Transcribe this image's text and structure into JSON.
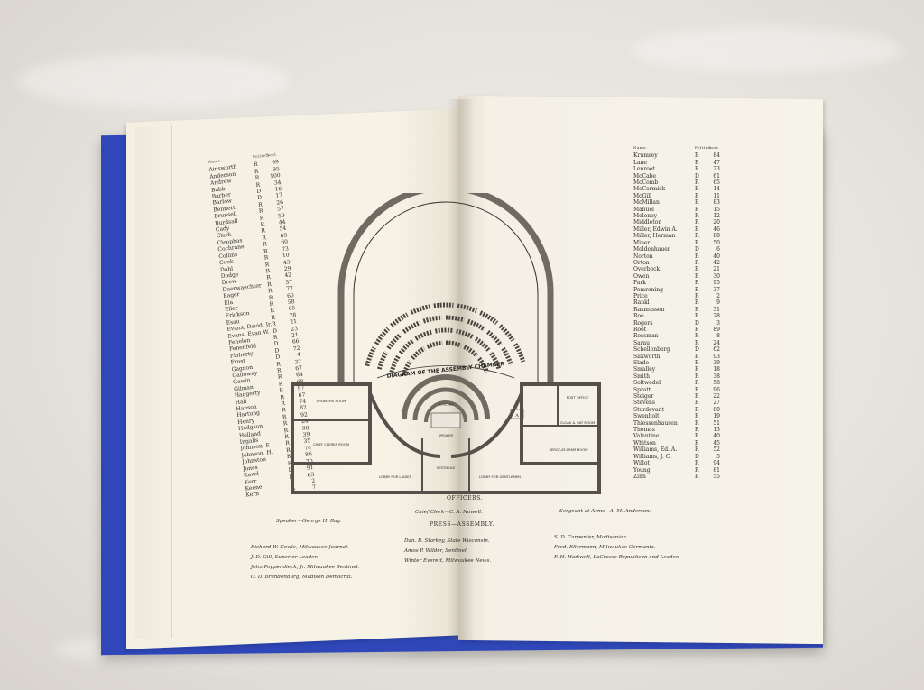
{
  "left_page": {
    "roster_header": [
      "Name.",
      "Politics.",
      "Seat."
    ],
    "members": [
      {
        "name": "Ainsworth",
        "party": "R",
        "seat": "99"
      },
      {
        "name": "Anderson",
        "party": "R",
        "seat": "95"
      },
      {
        "name": "Andrew",
        "party": "R",
        "seat": "100"
      },
      {
        "name": "Babb",
        "party": "R",
        "seat": "34"
      },
      {
        "name": "Barber",
        "party": "D",
        "seat": "16"
      },
      {
        "name": "Barlow",
        "party": "D",
        "seat": "17"
      },
      {
        "name": "Bennett",
        "party": "R",
        "seat": "26"
      },
      {
        "name": "Brunsell",
        "party": "R",
        "seat": "57"
      },
      {
        "name": "Burdsall",
        "party": "R",
        "seat": "59"
      },
      {
        "name": "Cady",
        "party": "R",
        "seat": "44"
      },
      {
        "name": "Clark",
        "party": "R",
        "seat": "54"
      },
      {
        "name": "Cleophas",
        "party": "R",
        "seat": "69"
      },
      {
        "name": "Cochrane",
        "party": "R",
        "seat": "60"
      },
      {
        "name": "Collins",
        "party": "R",
        "seat": "73"
      },
      {
        "name": "Cook",
        "party": "R",
        "seat": "10"
      },
      {
        "name": "Dahl",
        "party": "R",
        "seat": "43"
      },
      {
        "name": "Dodge",
        "party": "R",
        "seat": "29"
      },
      {
        "name": "Drew",
        "party": "R",
        "seat": "42"
      },
      {
        "name": "Duerwaechter",
        "party": "R",
        "seat": "57"
      },
      {
        "name": "Eager",
        "party": "R",
        "seat": "77"
      },
      {
        "name": "Ela",
        "party": "R",
        "seat": "60"
      },
      {
        "name": "Eller",
        "party": "R",
        "seat": "58"
      },
      {
        "name": "Erickson",
        "party": "R",
        "seat": "65"
      },
      {
        "name": "Esau",
        "party": "R",
        "seat": "78"
      },
      {
        "name": "Evans, David, Jr.",
        "party": "R",
        "seat": "21"
      },
      {
        "name": "Evans, Evan W.",
        "party": "D",
        "seat": "23"
      },
      {
        "name": "Fenelon",
        "party": "R",
        "seat": "21"
      },
      {
        "name": "Fenenfeld",
        "party": "D",
        "seat": "66"
      },
      {
        "name": "Flaherty",
        "party": "D",
        "seat": "72"
      },
      {
        "name": "Frost",
        "party": "D",
        "seat": "4"
      },
      {
        "name": "Gagnon",
        "party": "R",
        "seat": "32"
      },
      {
        "name": "Galloway",
        "party": "R",
        "seat": "67"
      },
      {
        "name": "Gawin",
        "party": "R",
        "seat": "64"
      },
      {
        "name": "Gilman",
        "party": "R",
        "seat": "68"
      },
      {
        "name": "Haggerty",
        "party": "R",
        "seat": "97"
      },
      {
        "name": "Hall",
        "party": "R",
        "seat": "67"
      },
      {
        "name": "Hanson",
        "party": "R",
        "seat": "74"
      },
      {
        "name": "Hartung",
        "party": "R",
        "seat": "82"
      },
      {
        "name": "Henry",
        "party": "R",
        "seat": "92"
      },
      {
        "name": "Hodgson",
        "party": "R",
        "seat": "24"
      },
      {
        "name": "Holland",
        "party": "R",
        "seat": "90"
      },
      {
        "name": "Ingalls",
        "party": "R",
        "seat": "39"
      },
      {
        "name": "Johnson, F.",
        "party": "R",
        "seat": "35"
      },
      {
        "name": "Johnson, H.",
        "party": "R",
        "seat": "74"
      },
      {
        "name": "Johnston",
        "party": "R",
        "seat": "86"
      },
      {
        "name": "Jones",
        "party": "R",
        "seat": "70"
      },
      {
        "name": "Kavel",
        "party": "D",
        "seat": "91"
      },
      {
        "name": "Kerr",
        "party": "R",
        "seat": "63"
      },
      {
        "name": "Keene",
        "party": "R",
        "seat": "2"
      },
      {
        "name": "Kern",
        "party": "D",
        "seat": "7"
      }
    ]
  },
  "right_page": {
    "roster_header": [
      "Name.",
      "Politics.",
      "Seat."
    ],
    "members": [
      {
        "name": "Krumrey",
        "party": "R",
        "seat": "84"
      },
      {
        "name": "Lane",
        "party": "R",
        "seat": "47"
      },
      {
        "name": "Lenroot",
        "party": "R",
        "seat": "23"
      },
      {
        "name": "McCabe",
        "party": "D",
        "seat": "61"
      },
      {
        "name": "McComb",
        "party": "R",
        "seat": "65"
      },
      {
        "name": "McCormick",
        "party": "R",
        "seat": "14"
      },
      {
        "name": "McGill",
        "party": "R",
        "seat": "11"
      },
      {
        "name": "McMillan",
        "party": "R",
        "seat": "83"
      },
      {
        "name": "Manuel",
        "party": "R",
        "seat": "15"
      },
      {
        "name": "Meloney",
        "party": "R",
        "seat": "12"
      },
      {
        "name": "Middleton",
        "party": "R",
        "seat": "20"
      },
      {
        "name": "Miller, Edwin A.",
        "party": "R",
        "seat": "46"
      },
      {
        "name": "Miller, Herman",
        "party": "R",
        "seat": "88"
      },
      {
        "name": "Miner",
        "party": "R",
        "seat": "50"
      },
      {
        "name": "Moldenhauer",
        "party": "D",
        "seat": "6"
      },
      {
        "name": "Norton",
        "party": "R",
        "seat": "40"
      },
      {
        "name": "Orton",
        "party": "R",
        "seat": "42"
      },
      {
        "name": "Overbeck",
        "party": "R",
        "seat": "21"
      },
      {
        "name": "Owen",
        "party": "R",
        "seat": "30"
      },
      {
        "name": "Park",
        "party": "R",
        "seat": "95"
      },
      {
        "name": "Pomrening",
        "party": "R",
        "seat": "37"
      },
      {
        "name": "Price",
        "party": "R",
        "seat": "2"
      },
      {
        "name": "Rankl",
        "party": "R",
        "seat": "9"
      },
      {
        "name": "Rasmussen",
        "party": "R",
        "seat": "31"
      },
      {
        "name": "Roe",
        "party": "R",
        "seat": "28"
      },
      {
        "name": "Rogers",
        "party": "D",
        "seat": "3"
      },
      {
        "name": "Root",
        "party": "R",
        "seat": "89"
      },
      {
        "name": "Rossman",
        "party": "R",
        "seat": "8"
      },
      {
        "name": "Sarau",
        "party": "R",
        "seat": "24"
      },
      {
        "name": "Schellenberg",
        "party": "D",
        "seat": "62"
      },
      {
        "name": "Silkworth",
        "party": "R",
        "seat": "93"
      },
      {
        "name": "Slade",
        "party": "R",
        "seat": "39"
      },
      {
        "name": "Smalley",
        "party": "R",
        "seat": "18"
      },
      {
        "name": "Smith",
        "party": "R",
        "seat": "38"
      },
      {
        "name": "Soltwedel",
        "party": "R",
        "seat": "58"
      },
      {
        "name": "Spratt",
        "party": "R",
        "seat": "96"
      },
      {
        "name": "Steiger",
        "party": "R",
        "seat": "22"
      },
      {
        "name": "Stevens",
        "party": "R",
        "seat": "27"
      },
      {
        "name": "Sturdevant",
        "party": "R",
        "seat": "80"
      },
      {
        "name": "Swenholt",
        "party": "R",
        "seat": "19"
      },
      {
        "name": "Thiessenhausen",
        "party": "R",
        "seat": "51"
      },
      {
        "name": "Thomas",
        "party": "R",
        "seat": "13"
      },
      {
        "name": "Valentine",
        "party": "R",
        "seat": "40"
      },
      {
        "name": "Whitson",
        "party": "R",
        "seat": "45"
      },
      {
        "name": "Williams, Ed. A.",
        "party": "R",
        "seat": "52"
      },
      {
        "name": "Williams, J. C.",
        "party": "D",
        "seat": "5"
      },
      {
        "name": "Willot",
        "party": "R",
        "seat": "94"
      },
      {
        "name": "Young",
        "party": "R",
        "seat": "81"
      },
      {
        "name": "Zinn",
        "party": "R",
        "seat": "55"
      }
    ]
  },
  "diagram": {
    "title": "DIAGRAM OF THE ASSEMBLY CHAMBER",
    "rooms": {
      "speakers_room": "SPEAKERS ROOM",
      "chief_clerks_room": "CHIEF CLERKS ROOM",
      "lobby_ladies": "LOBBY FOR LADIES",
      "vestibule": "VESTIBULE",
      "lobby_gentlemen": "LOBBY FOR GENTLEMEN",
      "post_office": "POST OFFICE",
      "cloak_room": "CLOAK & HAT ROOM",
      "sergeant_room": "SERGT-AT-ARMS ROOM",
      "officers": "OFFICERS",
      "speaker": "SPEAKER",
      "mark_a": "A"
    }
  },
  "footer": {
    "officers_heading": "OFFICERS.",
    "speaker": "Speaker—George H. Ray.",
    "chief_clerk": "Chief Clerk—C. A. Nowell.",
    "sergeant": "Sergeant-at-Arms—A. M. Anderson.",
    "press_heading": "PRESS—ASSEMBLY.",
    "press_col1": [
      "Richard W. Cowle, Milwaukee Journal.",
      "J. D. Gill, Superior Leader.",
      "John Poppendieck, Jr. Milwaukee Sentinel.",
      "O. D. Brandenburg, Madison Democrat."
    ],
    "press_col2": [
      "Dan. B. Starkey, State Wisconsin.",
      "Amos P. Wilder, Sentinel.",
      "Winter Everett, Milwaukee News."
    ],
    "press_col3": [
      "S. D. Carpenter, Madisonian.",
      "Fred. Ellermann, Milwaukee Germania.",
      "F. H. Hartwell, LaCrosse Republican and Leader."
    ]
  },
  "colors": {
    "cover": "#2f47b8",
    "page": "#f6f3e9",
    "ink": "#2c2a26",
    "tablecloth": "#e8e5df"
  }
}
